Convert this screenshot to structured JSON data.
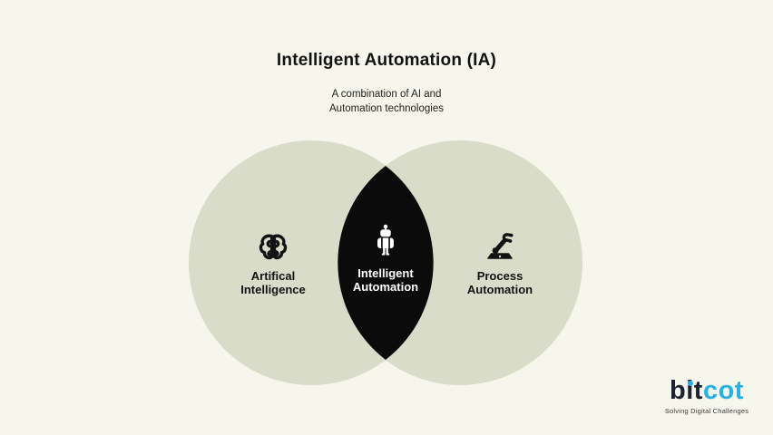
{
  "header": {
    "title": "Intelligent Automation (IA)",
    "subtitle_line1": "A combination of AI and",
    "subtitle_line2": "Automation technologies"
  },
  "venn": {
    "left_circle": {
      "icon": "brain-icon",
      "label_line1": "Artifical",
      "label_line2": "Intelligence"
    },
    "intersection": {
      "icon": "robot-icon",
      "label_line1": "Intelligent",
      "label_line2": "Automation"
    },
    "right_circle": {
      "icon": "robot-arm-icon",
      "label_line1": "Process",
      "label_line2": "Automation"
    }
  },
  "logo": {
    "brand_dark": "bit",
    "brand_accent": "cot",
    "tagline": "Solving Digital Challenges"
  },
  "colors": {
    "background": "#f7f6ec",
    "circle_fill": "#d9dcc8",
    "intersection_fill": "#0b0b0b",
    "text_dark": "#121212",
    "text_light": "#ffffff",
    "logo_dark": "#1b2230",
    "logo_accent": "#2ab1e3",
    "tagline_color": "#3c3c3c"
  }
}
